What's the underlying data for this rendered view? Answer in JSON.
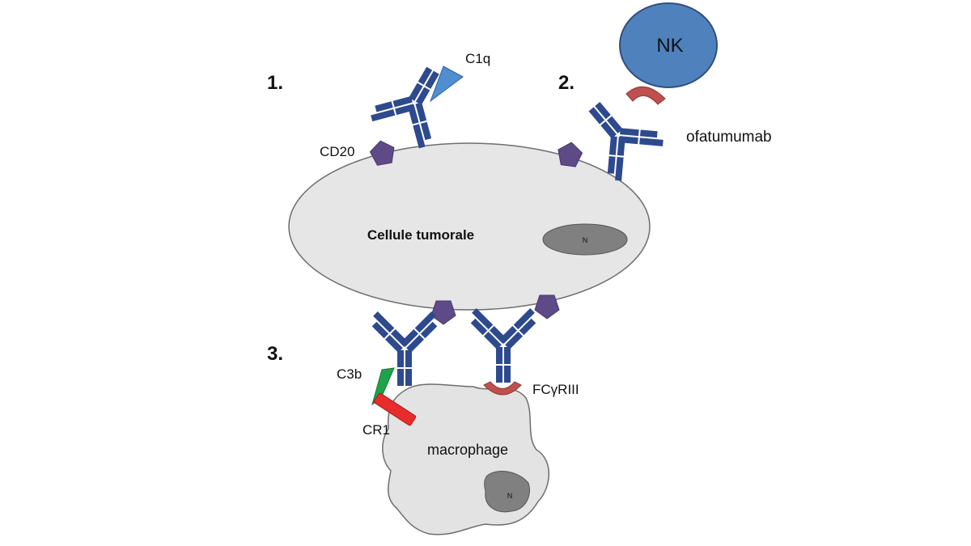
{
  "labels": {
    "step1": "1.",
    "step2": "2.",
    "step3": "3.",
    "c1q": "C1q",
    "nk": "NK",
    "cd20": "CD20",
    "ofatumumab": "ofatumumab",
    "tumor_cell": "Cellule tumorale",
    "nucleus_tumor": "N",
    "c3b": "C3b",
    "cr1": "CR1",
    "fcgr": "FCγRIII",
    "macrophage": "macrophage",
    "nucleus_macrophage": "N"
  },
  "colors": {
    "antibody": "#2E4A8E",
    "antibody_stripe": "#FFFFFF",
    "cd20": "#5D4A86",
    "tumor_fill": "#E6E6E6",
    "tumor_stroke": "#6E6E6E",
    "nucleus": "#808080",
    "nk_fill": "#4F81BD",
    "nk_stroke": "#2F4F7F",
    "c1q": "#4F8FD0",
    "receptor": "#C0504D",
    "c3b": "#1FA34A",
    "cr1": "#E82C2C",
    "macrophage_fill": "#E3E3E3"
  }
}
